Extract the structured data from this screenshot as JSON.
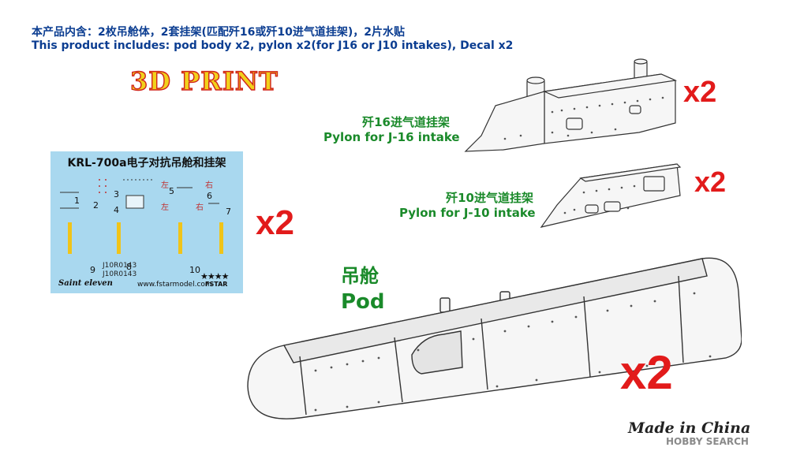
{
  "header": {
    "line_cn": "本产品内含：2枚吊舱体，2套挂架(匹配歼16或歼10进气道挂架)，2片水贴",
    "line_en": "This product includes: pod body x2, pylon x2(for J16 or J10 intakes), Decal x2"
  },
  "badge_3d": "3D PRINT",
  "pylon_j16": {
    "label_cn": "歼16进气道挂架",
    "label_en": "Pylon for J-16 intake",
    "qty": "x2"
  },
  "pylon_j10": {
    "label_cn": "歼10进气道挂架",
    "label_en": "Pylon for J-10 intake",
    "qty": "x2"
  },
  "decal": {
    "title": "KRL-700a电子对抗吊舱和挂架",
    "qty": "x2",
    "numbers": [
      "1",
      "2",
      "3",
      "4",
      "5",
      "6",
      "7",
      "8",
      "9",
      "10"
    ],
    "chars": {
      "left": "左",
      "right": "右"
    },
    "serial": "J10R0143",
    "brand_script": "Saint eleven",
    "website": "www.fstarmodel.com",
    "brand_logo": "FSTAR"
  },
  "pod": {
    "label_cn": "吊舱",
    "label_en": "Pod",
    "qty": "x2"
  },
  "footer": {
    "made_in": "Made in China",
    "watermark": "HOBBY SEARCH"
  },
  "colors": {
    "header_text": "#0b3d91",
    "label_green": "#1a8a2a",
    "qty_red": "#e21b1b",
    "decal_bg": "#a9d8ef",
    "badge_fill": "#f1d11b",
    "badge_outline": "#d0231b"
  }
}
